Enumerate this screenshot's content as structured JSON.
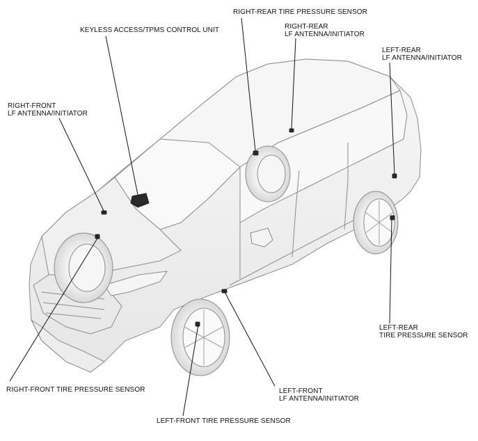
{
  "callouts": {
    "right_rear_tpms": [
      "RIGHT-REAR TIRE PRESSURE SENSOR"
    ],
    "keyless_unit": [
      "KEYLESS ACCESS/TPMS CONTROL UNIT"
    ],
    "right_rear_antenna": [
      "RIGHT-REAR",
      "LF ANTENNA/INITIATOR"
    ],
    "left_rear_antenna": [
      "LEFT-REAR",
      "LF ANTENNA/INITIATOR"
    ],
    "right_front_antenna": [
      "RIGHT-FRONT",
      "LF ANTENNA/INITIATOR"
    ],
    "left_rear_tpms": [
      "LEFT-REAR",
      "TIRE PRESSURE SENSOR"
    ],
    "right_front_tpms": [
      "RIGHT-FRONT TIRE PRESSURE SENSOR"
    ],
    "left_front_antenna": [
      "LEFT-FRONT",
      "LF ANTENNA/INITIATOR"
    ],
    "left_front_tpms": [
      "LEFT-FRONT TIRE PRESSURE SENSOR"
    ]
  },
  "colors": {
    "outline": "#8a8a8a",
    "body_fill": "#f2f2f2",
    "leader": "#111111",
    "component": "#2a2a2a"
  }
}
